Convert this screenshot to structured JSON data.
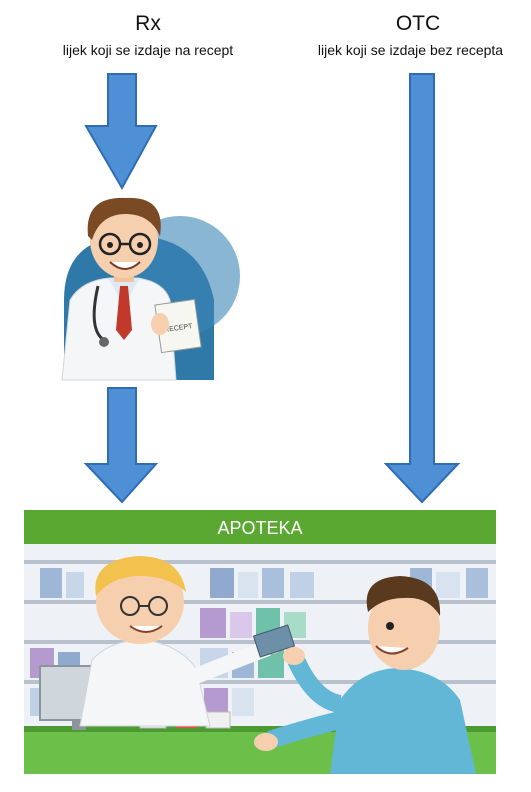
{
  "rx": {
    "title": "Rx",
    "subtitle": "lijek koji se izdaje na recept"
  },
  "otc": {
    "title": "OTC",
    "subtitle": "lijek koji se izdaje bez recepta"
  },
  "doctor_illustration": {
    "note_text": "RECEPT"
  },
  "pharmacy_illustration": {
    "sign_text": "APOTEKA"
  },
  "colors": {
    "arrow_fill": "#4f8fd6",
    "arrow_stroke": "#2f6db3",
    "sign_green": "#5aa832",
    "doctor_bg": "#2f79a8"
  }
}
